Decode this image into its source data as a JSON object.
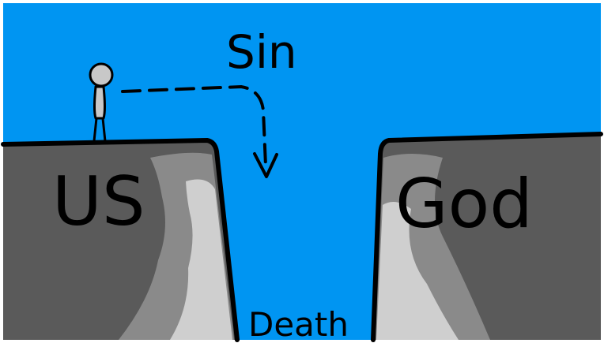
{
  "labels": {
    "sin": "Sin",
    "us": "US",
    "god": "God",
    "death": "Death"
  },
  "colors": {
    "sky": "#0095f2",
    "cliff_dark": "#5a5a5a",
    "cliff_mid": "#8a8a8a",
    "cliff_light": "#cfcfcf",
    "outline": "#000000",
    "person_head": "#c8c8c8"
  }
}
